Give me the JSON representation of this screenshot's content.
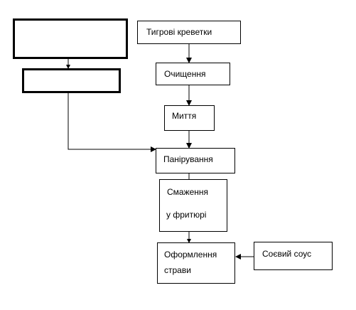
{
  "diagram": {
    "nodes": {
      "blank_top": {
        "label": ""
      },
      "blank_second": {
        "label": ""
      },
      "tiger_shrimp": {
        "label": "Тигрові креветки"
      },
      "cleaning": {
        "label": "Очищення"
      },
      "washing": {
        "label": "Миття"
      },
      "breading": {
        "label": "Панірування"
      },
      "deep_frying": {
        "line1": "Смаження",
        "line2": "у фритюрі"
      },
      "plating": {
        "line1": "Оформлення",
        "line2": "страви"
      },
      "soy_sauce": {
        "label": "Соєвий соус"
      }
    }
  }
}
